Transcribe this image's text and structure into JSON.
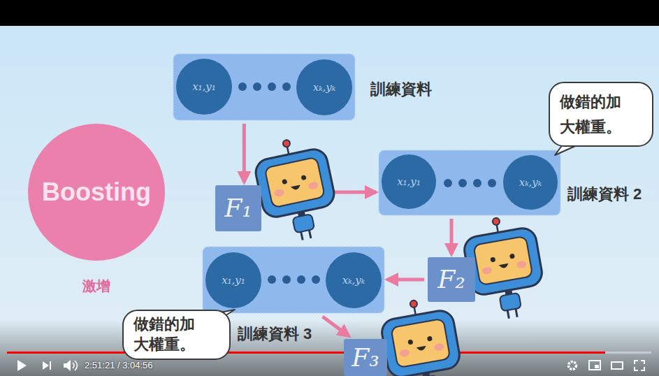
{
  "diagram": {
    "nodes": [
      {
        "text": [
          "Boosting",
          "激增"
        ]
      },
      {
        "text": [
          "訓練資料"
        ]
      },
      {
        "text": [
          "x₁,y₁"
        ],
        "in": 1
      },
      {
        "text": [
          "xₖ,yₖ"
        ],
        "in": 1
      },
      {
        "text": [
          "F₁"
        ]
      },
      {
        "text": [
          "做錯的加 大權重。"
        ]
      },
      {
        "text": [
          "訓練資料 2"
        ]
      },
      {
        "text": [
          "x₁,y₁"
        ],
        "in": 6
      },
      {
        "text": [
          "xₖ,yₖ"
        ],
        "in": 6
      },
      {
        "text": [
          "F₂"
        ]
      },
      {
        "text": [
          "訓練資料 3"
        ]
      },
      {
        "text": [
          "x₁,y₁"
        ],
        "in": 10
      },
      {
        "text": [
          "xₖ,yₖ"
        ],
        "in": 10
      },
      {
        "text": [
          "做錯的加 大權重。"
        ]
      },
      {
        "text": [
          "F₃"
        ]
      }
    ],
    "edges": [
      {
        "from": 1,
        "to": 4,
        "arrow": "to"
      },
      {
        "from": 4,
        "to": 6,
        "arrow": "to"
      },
      {
        "from": 6,
        "to": 9,
        "arrow": "to"
      },
      {
        "from": 9,
        "to": 10,
        "arrow": "to"
      },
      {
        "from": 10,
        "to": 14,
        "arrow": "to"
      }
    ],
    "labels": [
      "2:51:21 / 3:04:56"
    ]
  }
}
